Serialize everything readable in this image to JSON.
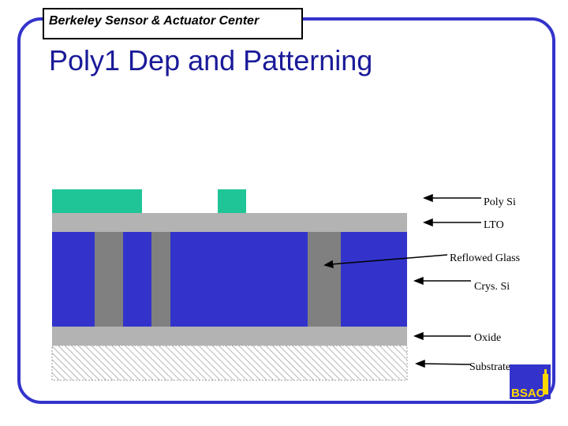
{
  "header": {
    "label": "Berkeley Sensor & Actuator Center"
  },
  "title": "Poly1 Dep and Patterning",
  "layers": {
    "poly_si": "Poly Si",
    "lto": "LTO",
    "reflowed_glass": "Reflowed Glass",
    "crys_si": "Crys. Si",
    "oxide": "Oxide",
    "substrate": "Substrate"
  },
  "logo": {
    "text": "BSAC"
  },
  "colors": {
    "frame": "#3333cc",
    "title": "#1a1a99",
    "poly_si": "#1fc597",
    "lto": "#b3b3b3",
    "crys_si": "#3333cc",
    "reflowed_glass": "#808080",
    "oxide": "#b3b3b3",
    "substrate_hatch": "#a0a0a0",
    "logo_bg": "#3333cc",
    "logo_text": "#ffd700"
  }
}
